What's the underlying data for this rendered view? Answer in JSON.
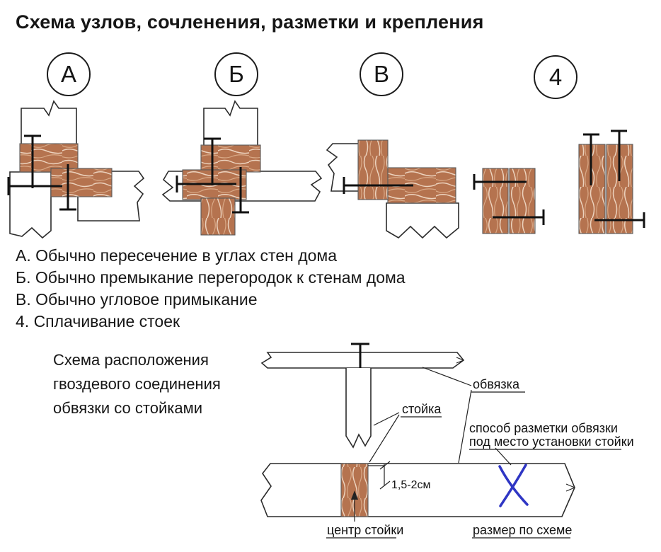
{
  "title": "Схема узлов, сочленения, разметки и крепления",
  "joints": [
    {
      "label": "А",
      "legend": "А. Обычно пересечение в углах стен дома"
    },
    {
      "label": "Б",
      "legend": "Б. Обычно премыкание перегородок к стенам дома"
    },
    {
      "label": "В",
      "legend": "В. Обычно угловое примыкание"
    },
    {
      "label": "4",
      "legend": "4. Сплачивание стоек"
    }
  ],
  "nailing_scheme": {
    "caption_lines": [
      "Схема расположения",
      "гвоздевого соединения",
      "обвязки со стойками"
    ],
    "labels": {
      "strapping": "обвязка",
      "stud": "стойка",
      "marking_line1": "способ разметки обвязки",
      "marking_line2": "под место установки стойки",
      "gap": "1,5-2см",
      "stud_center": "центр стойки",
      "size_note": "размер по схеме"
    }
  },
  "colors": {
    "wood": "#b5734f",
    "grain_light": "#ecd2bd",
    "grain_dark": "#d9a987",
    "nail": "#111111",
    "mark_blue": "#2f36c4",
    "text": "#161616"
  }
}
